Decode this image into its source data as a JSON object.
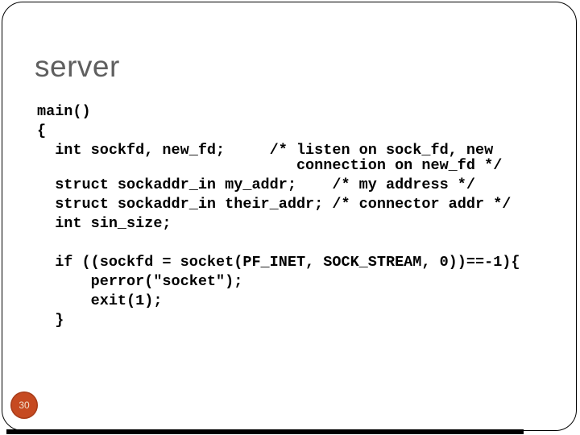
{
  "slide": {
    "title": "server",
    "page_number": "30",
    "code_lines": [
      "main()",
      "{",
      "  int sockfd, new_fd;     /* listen on sock_fd, new",
      "                             connection on new_fd */",
      "  struct sockaddr_in my_addr;    /* my address */",
      "  struct sockaddr_in their_addr; /* connector addr */",
      "  int sin_size;",
      "",
      "  if ((sockfd = socket(PF_INET, SOCK_STREAM, 0))==-1){",
      "      perror(\"socket\");",
      "      exit(1);",
      "  }"
    ],
    "colors": {
      "background": "#ffffff",
      "border": "#000000",
      "title_text": "#5f5f5f",
      "code_text": "#000000",
      "page_badge_fill": "#c64a21",
      "page_badge_text": "#f2e0cd"
    }
  }
}
